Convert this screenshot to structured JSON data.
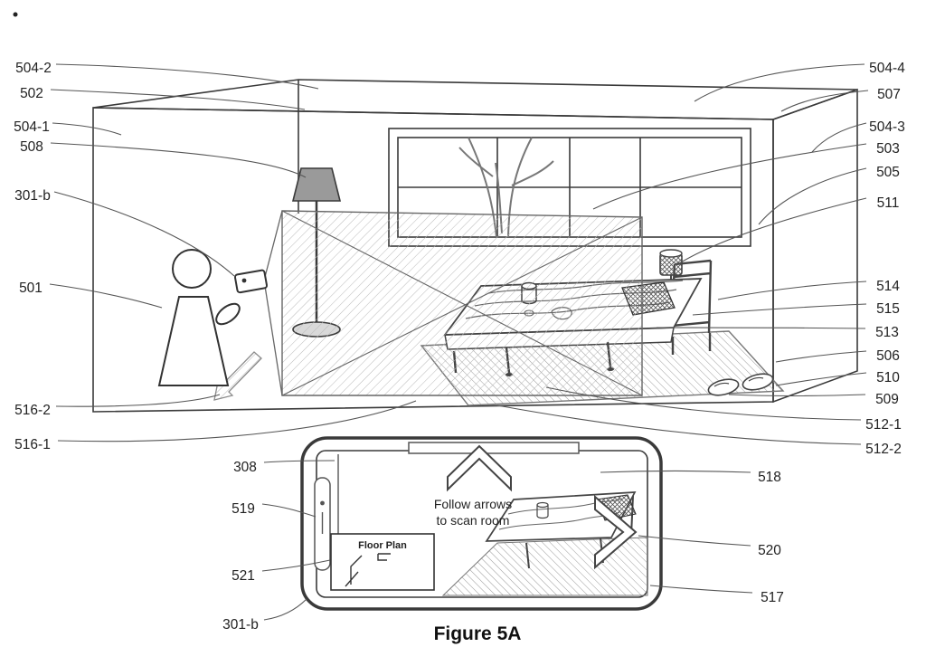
{
  "figure": {
    "caption": "Figure 5A"
  },
  "phone_screen": {
    "instruction_line1": "Follow arrows",
    "instruction_line2": "to scan room",
    "floor_plan_title": "Floor Plan"
  },
  "labels": {
    "left": [
      "504-2",
      "502",
      "504-1",
      "508",
      "301-b",
      "501",
      "516-2",
      "516-1"
    ],
    "phone_left": [
      "308",
      "519",
      "521",
      "301-b"
    ],
    "right": [
      "504-4",
      "507",
      "504-3",
      "503",
      "505",
      "511",
      "514",
      "515",
      "513",
      "506",
      "510",
      "509",
      "512-1",
      "512-2"
    ],
    "phone_right": [
      "518",
      "520",
      "517"
    ]
  },
  "colors": {
    "line": "#3a3a3a",
    "leader": "#555555",
    "hatch_light": "#b9b9b9",
    "hatch_medium": "#9b9b9b",
    "lamp_shade": "#9a9a9a"
  }
}
